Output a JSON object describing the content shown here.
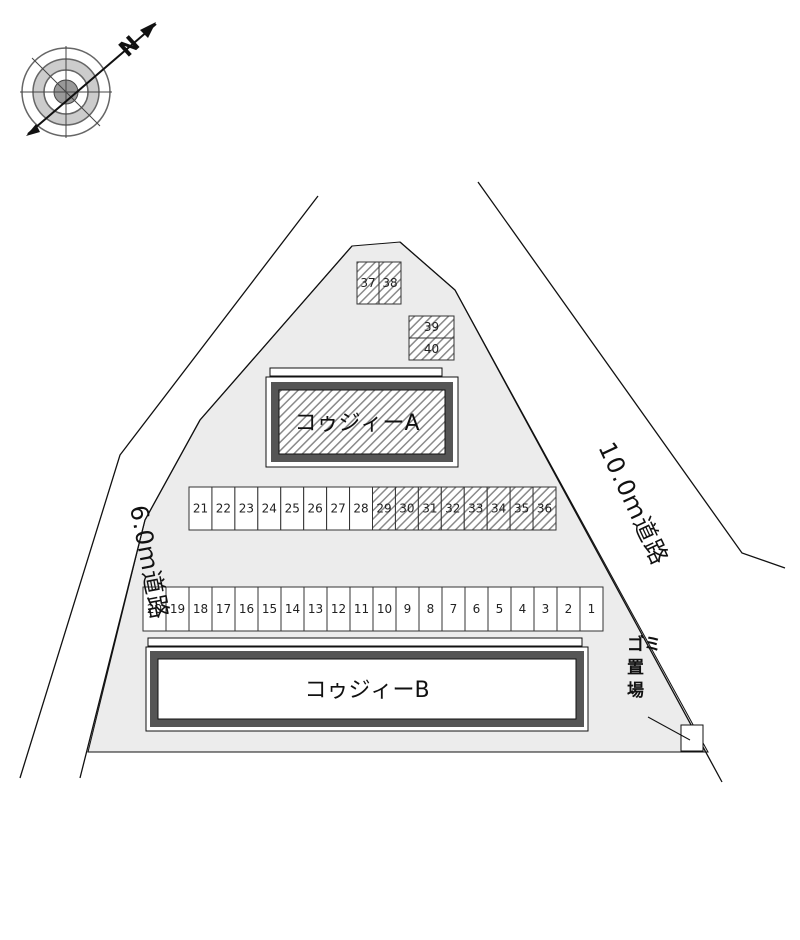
{
  "compass": {
    "north_label": "N",
    "icon": "north-arrow-icon"
  },
  "roads": {
    "left": "6.0ｍ道路",
    "right": "10.0ｍ道路"
  },
  "buildings": {
    "a": "コゥジィーA",
    "b": "コゥジィーB"
  },
  "garbage": "ゴミ置場",
  "parking": {
    "top_pair": [
      "37",
      "38"
    ],
    "side_stack": [
      "39",
      "40"
    ],
    "middle_row_plain": [
      "21",
      "22",
      "23",
      "24",
      "25",
      "26",
      "27",
      "28"
    ],
    "middle_row_hatched": [
      "29",
      "30",
      "31",
      "32",
      "33",
      "34",
      "35",
      "36"
    ],
    "bottom_row": [
      "20",
      "19",
      "18",
      "17",
      "16",
      "15",
      "14",
      "13",
      "12",
      "11",
      "10",
      "9",
      "8",
      "7",
      "6",
      "5",
      "4",
      "3",
      "2",
      "1"
    ]
  },
  "colors": {
    "lot": "#ececec",
    "outline": "#111111",
    "hatch": "#8a8a8a",
    "building_fill": "#ffffff"
  }
}
